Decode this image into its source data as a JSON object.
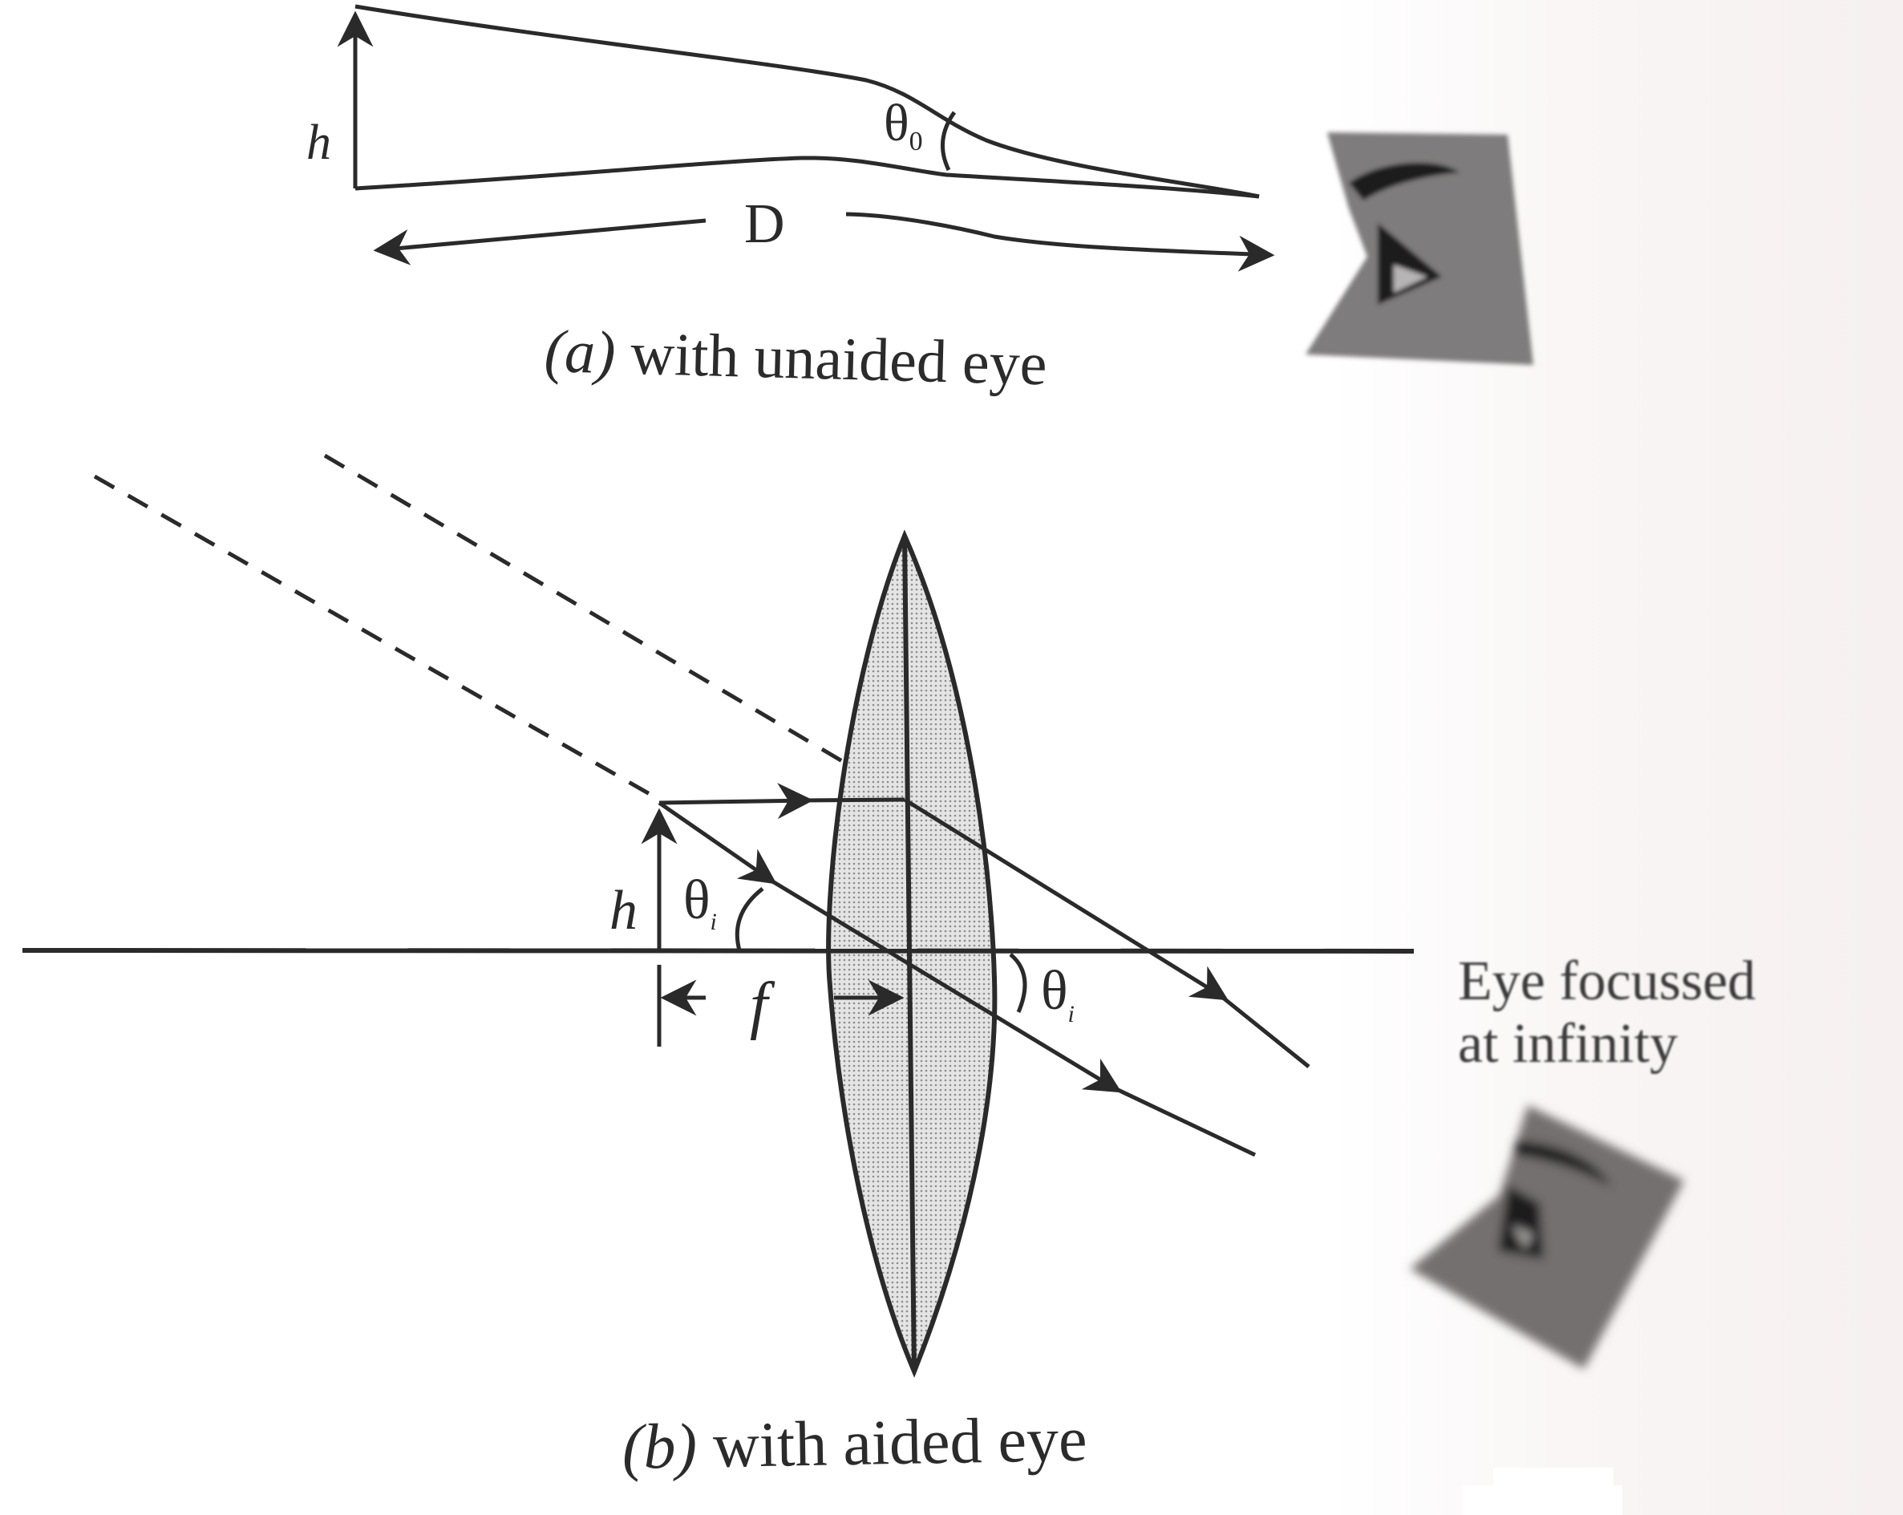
{
  "figure": {
    "panel_a": {
      "caption_prefix": "(a)",
      "caption_text": " with unaided eye",
      "object_height_label": "h",
      "distance_label": "D",
      "angle_label": "θ",
      "angle_subscript": "0"
    },
    "panel_b": {
      "caption_prefix": "(b)",
      "caption_text": " with aided eye",
      "object_height_label": "h",
      "focal_length_label": "f",
      "object_angle_label": "θ",
      "object_angle_subscript": "i",
      "image_angle_label": "θ",
      "image_angle_subscript": "i",
      "eye_label_line1": "Eye focussed",
      "eye_label_line2": "at infinity"
    },
    "icons": [
      "eye-icon-unaided",
      "eye-icon-aided",
      "convex-lens"
    ],
    "colors": {
      "ink": "#2a2a2a",
      "eye_patch": "#7a7878",
      "lens_fill": "#c9c9c9",
      "background": "#ffffff"
    }
  }
}
